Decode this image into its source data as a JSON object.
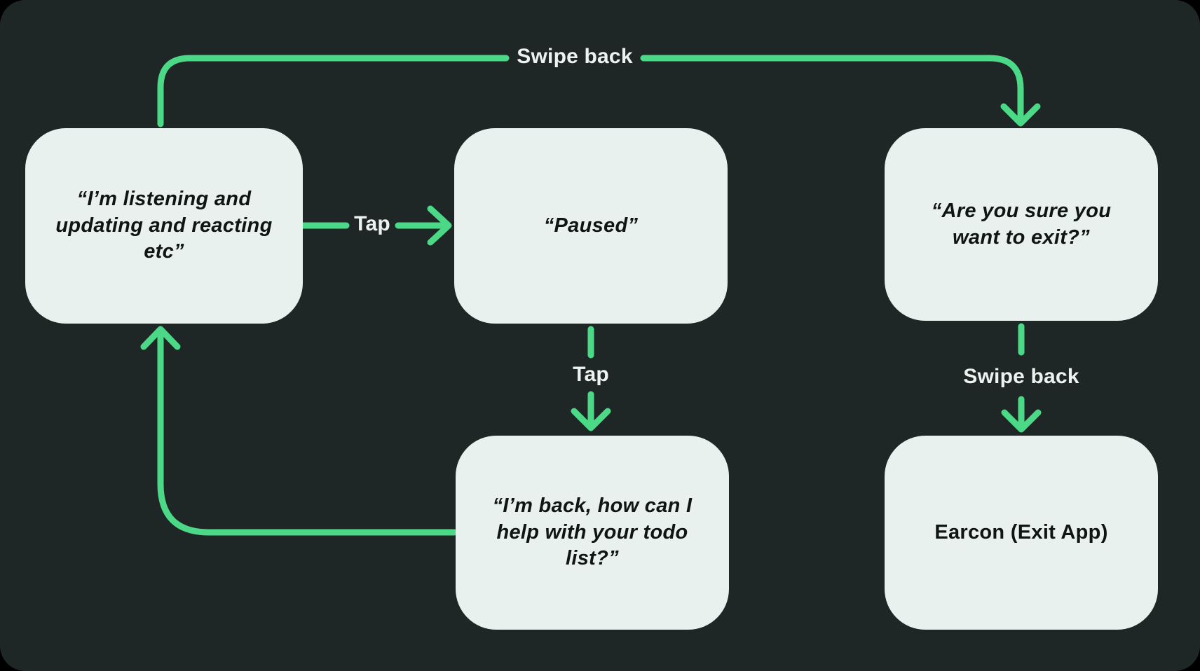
{
  "diagram": {
    "nodes": [
      {
        "id": "listening",
        "text": "“I’m listening and updating and reacting etc”"
      },
      {
        "id": "paused",
        "text": "“Paused”"
      },
      {
        "id": "confirm_exit",
        "text": "“Are you sure you want to exit?”"
      },
      {
        "id": "back_helping",
        "text": "“I’m back, how can I help with your todo list?”"
      },
      {
        "id": "earcon_exit",
        "text": "Earcon (Exit App)"
      }
    ],
    "edge_labels": {
      "swipe_back_top": "Swipe back",
      "tap_horizontal": "Tap",
      "tap_vertical": "Tap",
      "swipe_back_vertical": "Swipe back"
    },
    "colors": {
      "background": "#1f2726",
      "node_fill": "#e8f1ee",
      "arrow_green": "#4cd987",
      "node_text": "#0f1512",
      "label_text": "#ecf2ef"
    }
  }
}
